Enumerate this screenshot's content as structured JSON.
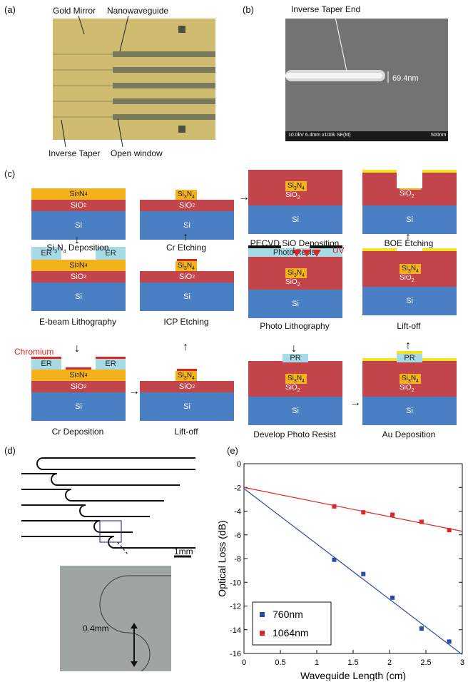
{
  "panels": {
    "a": "(a)",
    "b": "(b)",
    "c": "(c)",
    "d": "(d)",
    "e": "(e)"
  },
  "a": {
    "gold_mirror": "Gold Mirror",
    "nanowaveguide": "Nanowaveguide",
    "inverse_taper": "Inverse Taper",
    "open_window": "Open window"
  },
  "b": {
    "title": "Inverse Taper End",
    "measure": "69.4nm",
    "sem_info": "10.0kV 6.4mm x100k SE(M)",
    "scale": "500nm"
  },
  "c": {
    "si": "Si",
    "sio2": "SiO",
    "sio2_sub": "2",
    "sin_a": "Si",
    "sin_sub1": "3",
    "sin_b": "N",
    "sin_sub2": "4",
    "er": "ER",
    "pr": "PR",
    "photo_resist": "Photo Resist",
    "uv": "UV",
    "chromium": "Chromium",
    "steps": {
      "s1": "Si",
      "s1_sub": "3",
      "s1_rest": "N",
      "s1_sub2": "4",
      "s1_end": " Deposition",
      "s2": "E-beam Lithography",
      "s3": "Cr Deposition",
      "s4": "Lift-off",
      "s5": "ICP Etching",
      "s6": "Cr Etching",
      "s7": "PECVD SiO Deposition",
      "s8": "Photo Lithography",
      "s9": "Develop Photo Resist",
      "s10": "Au Deposition",
      "s11": "Lift-off",
      "s12": "BOE Etching"
    }
  },
  "d": {
    "scale": "1mm",
    "measure": "0.4mm"
  },
  "colors": {
    "si": "#4a7fc4",
    "sio2": "#c1454b",
    "sin": "#f3b21c",
    "er": "#a6dbe6",
    "gold": "#f1e51c",
    "series760": "#2b4aa8",
    "series1064": "#e02424",
    "chromium": "#e02424"
  },
  "chart_data": {
    "type": "scatter",
    "title": "",
    "xlabel": "Waveguide Length (cm)",
    "ylabel": "Optical Loss (dB)",
    "xlim": [
      0,
      3
    ],
    "ylim": [
      -16,
      0
    ],
    "xticks": [
      "0",
      "0.5",
      "1",
      "1.5",
      "2",
      "2.5",
      "3"
    ],
    "yticks": [
      "0",
      "-2",
      "-4",
      "-6",
      "-8",
      "-10",
      "-12",
      "-14",
      "-16"
    ],
    "legend_position": "bottom-left",
    "grid": false,
    "series": [
      {
        "name": "760nm",
        "color": "#2b4aa8",
        "x": [
          1.24,
          1.64,
          2.04,
          2.44,
          2.82
        ],
        "y": [
          -8.1,
          -9.3,
          -11.3,
          -13.9,
          -15.0
        ],
        "fit": [
          [
            0,
            -2.1
          ],
          [
            3,
            -16.1
          ]
        ]
      },
      {
        "name": "1064nm",
        "color": "#e02424",
        "x": [
          1.24,
          1.64,
          2.04,
          2.44,
          2.82
        ],
        "y": [
          -3.6,
          -4.1,
          -4.3,
          -4.9,
          -5.6
        ],
        "fit": [
          [
            0,
            -2.0
          ],
          [
            3,
            -5.7
          ]
        ]
      }
    ]
  }
}
